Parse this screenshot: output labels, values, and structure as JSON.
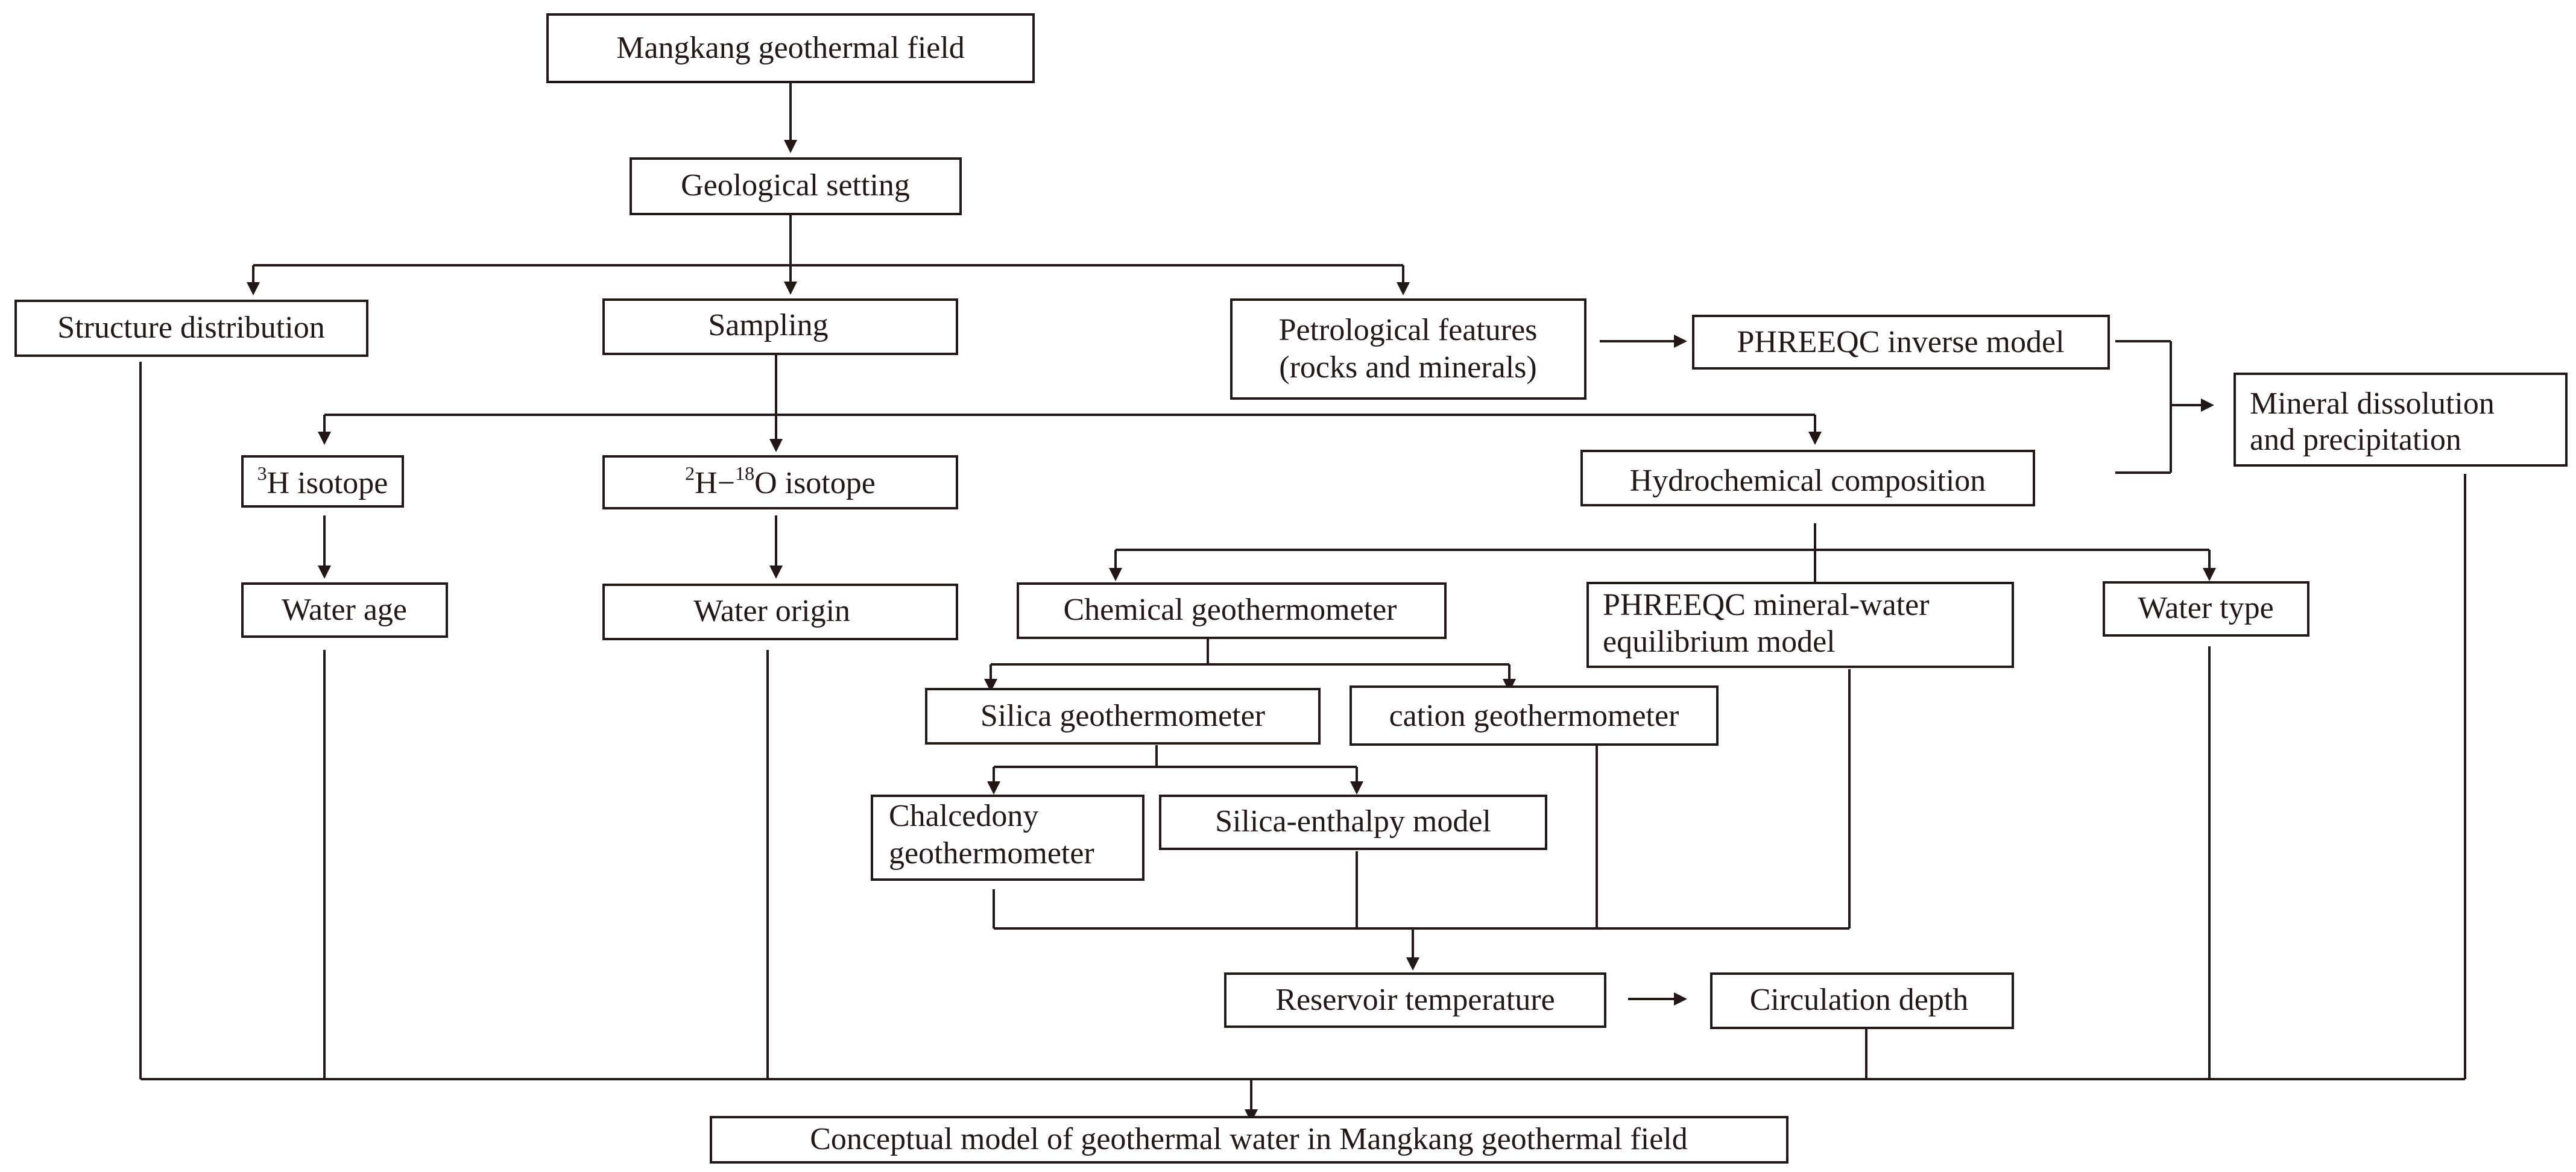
{
  "nodes": {
    "mangkang_field": "Mangkang geothermal field",
    "geological_setting": "Geological setting",
    "structure_distribution": "Structure distribution",
    "sampling": "Sampling",
    "petrological_line1": "Petrological features",
    "petrological_line2": "(rocks and minerals)",
    "phreeqc_inverse": "PHREEQC inverse model",
    "mineral_line1": "Mineral dissolution",
    "mineral_line2": "and precipitation",
    "h3_sup": "3",
    "h3_text": "H isotope",
    "h2o18_sup1": "2",
    "h2o18_mid": "H−",
    "h2o18_sup2": "18",
    "h2o18_end": "O isotope",
    "hydrochemical": "Hydrochemical composition",
    "water_age": "Water age",
    "water_origin": "Water origin",
    "chemical_geo": "Chemical geothermometer",
    "phreeqc_eq_line1": "PHREEQC mineral-water",
    "phreeqc_eq_line2": "equilibrium model",
    "water_type": "Water type",
    "silica_geo": "Silica geothermometer",
    "cation_geo": "cation geothermometer",
    "chalcedony_line1": "Chalcedony",
    "chalcedony_line2": "geothermometer",
    "silica_enthalpy": "Silica-enthalpy model",
    "reservoir_temp": "Reservoir temperature",
    "circulation_depth": "Circulation depth",
    "conceptual_model": "Conceptual model of geothermal water in Mangkang geothermal field"
  }
}
